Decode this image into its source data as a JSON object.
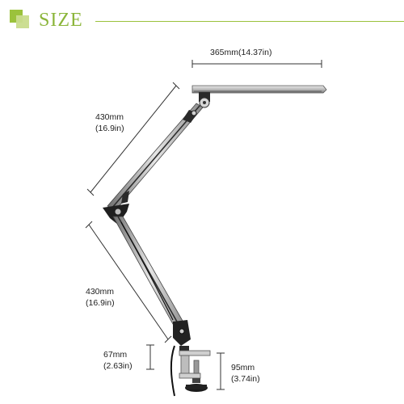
{
  "header": {
    "title": "SIZE",
    "accent_color": "#9bc23c"
  },
  "dimensions": {
    "head_width": {
      "line1": "365mm(14.37in)"
    },
    "upper_arm": {
      "line1": "430mm",
      "line2": "(16.9in)"
    },
    "lower_arm": {
      "line1": "430mm",
      "line2": "(16.9in)"
    },
    "clamp_opening": {
      "line1": "67mm",
      "line2": "(2.63in)"
    },
    "clamp_height": {
      "line1": "95mm",
      "line2": "(3.74in)"
    }
  }
}
